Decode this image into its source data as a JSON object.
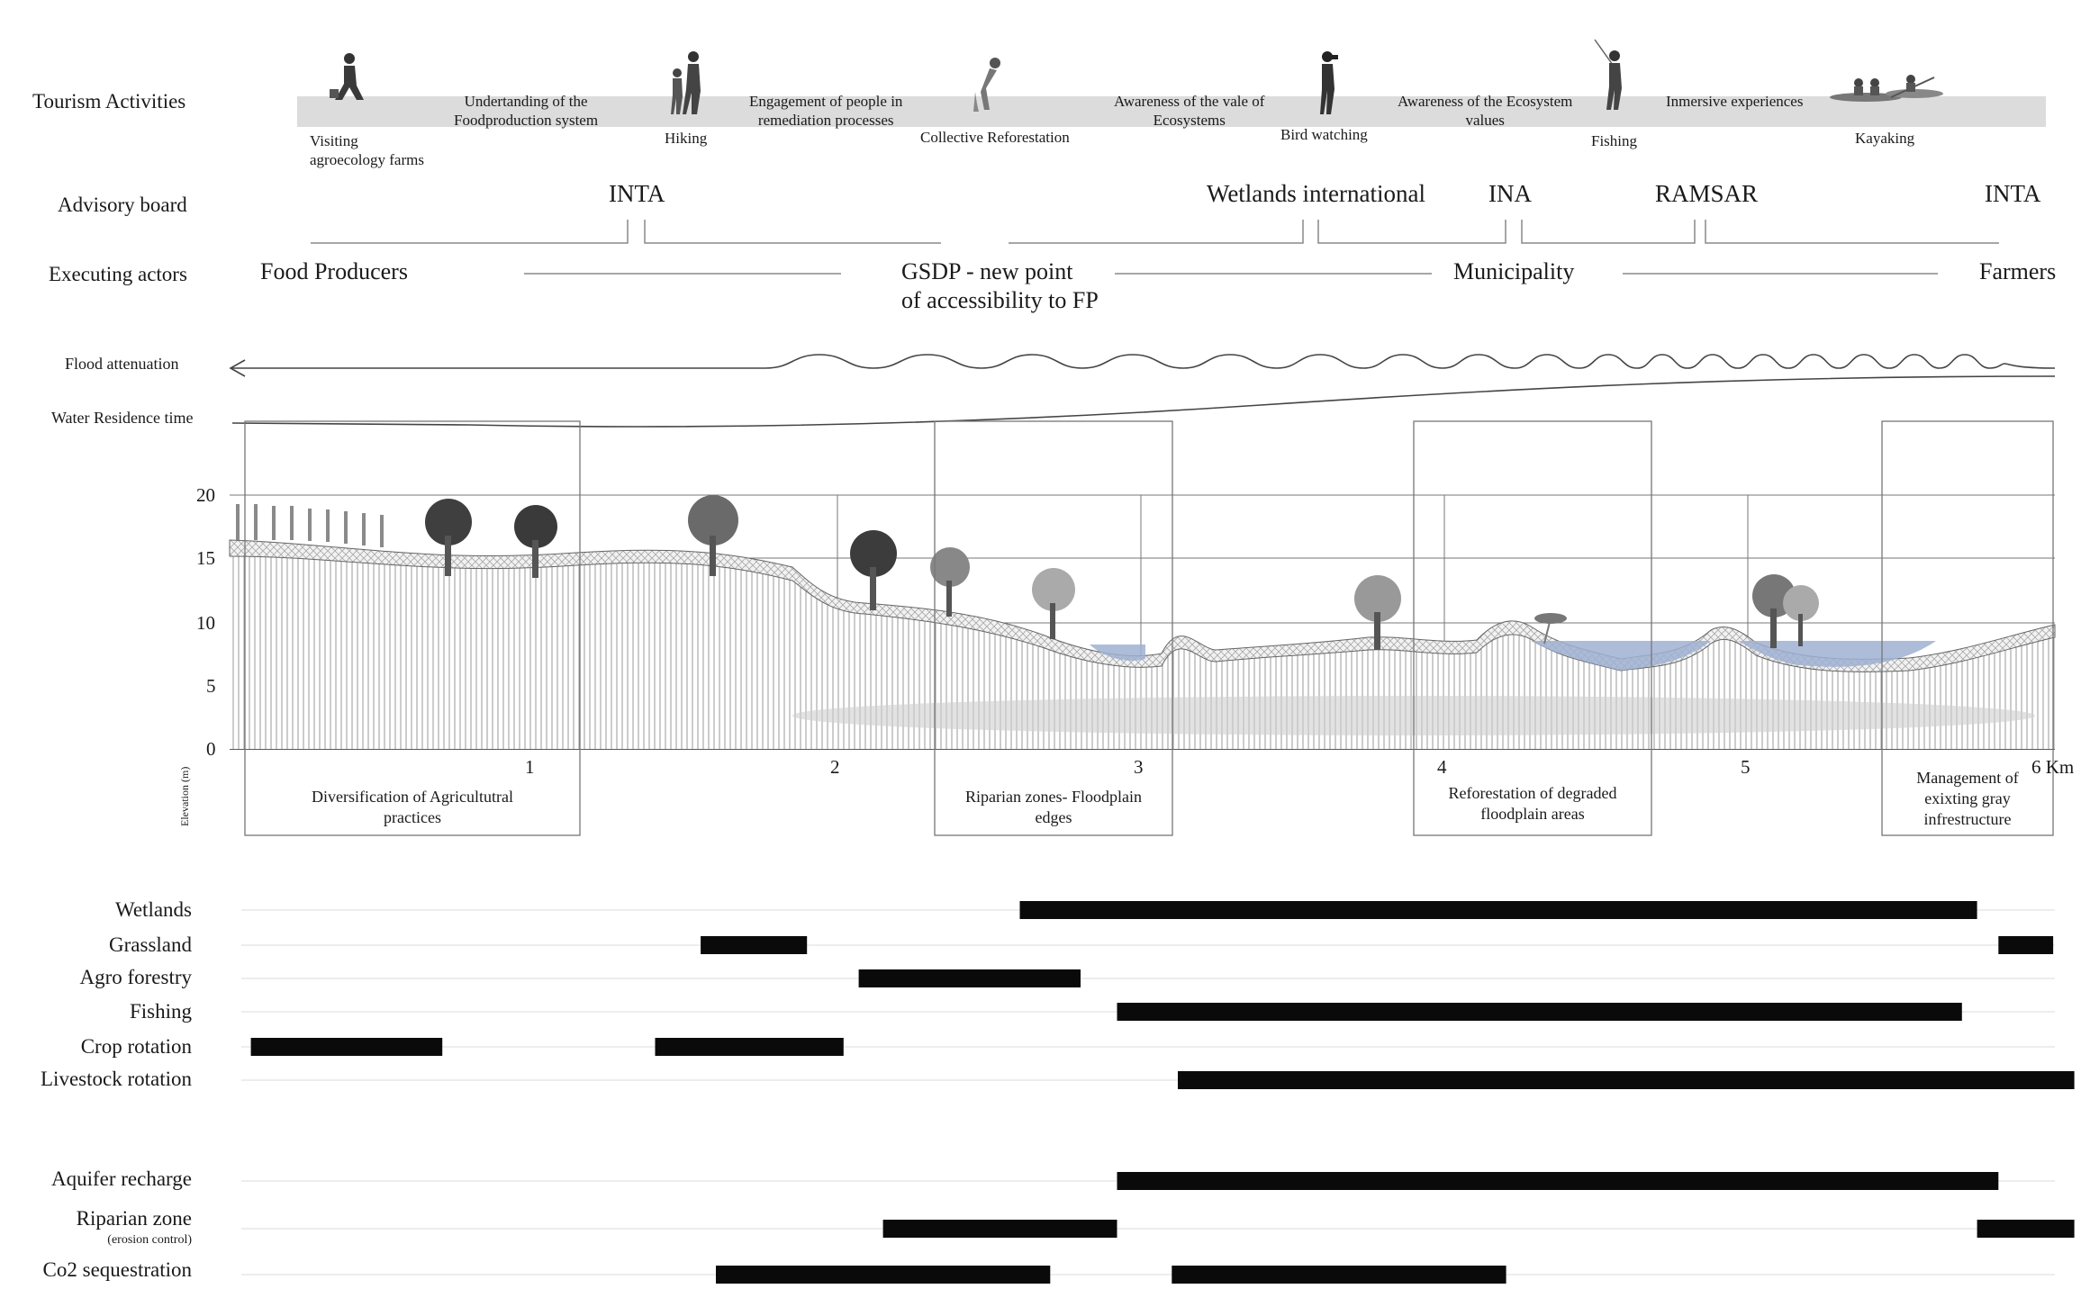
{
  "row_labels": {
    "tourism": "Tourism Activities",
    "advisory": "Advisory board",
    "executing": "Executing actors",
    "flood": "Flood attenuation",
    "residence": "Water Residence time",
    "elevation_unit": "Elevation (m)"
  },
  "activities": [
    {
      "label": "Visiting\nagroecology farms",
      "icon": "farmer-figure-icon"
    },
    {
      "label": "Undertanding of the\nFoodproduction system",
      "icon": ""
    },
    {
      "label": "Hiking",
      "icon": "hikers-figure-icon"
    },
    {
      "label": "Engagement of people in\nremediation processes",
      "icon": ""
    },
    {
      "label": "Collective Reforestation",
      "icon": "planting-figure-icon"
    },
    {
      "label": "Awareness of the vale of\nEcosystems",
      "icon": ""
    },
    {
      "label": "Bird watching",
      "icon": "birdwatcher-figure-icon"
    },
    {
      "label": "Awareness of the Ecosystem\nvalues",
      "icon": ""
    },
    {
      "label": "Fishing",
      "icon": "fisher-figure-icon"
    },
    {
      "label": "Inmersive experiences",
      "icon": ""
    },
    {
      "label": "Kayaking",
      "icon": "kayak-figure-icon"
    }
  ],
  "advisory_board": [
    "INTA",
    "Wetlands international",
    "INA",
    "RAMSAR",
    "INTA"
  ],
  "executing_actors": [
    "Food Producers",
    "GSDP - new point\nof accessibility to FP",
    "Municipality",
    "Farmers"
  ],
  "elevation_ticks": [
    "20",
    "15",
    "10",
    "5",
    "0"
  ],
  "distance_ticks": [
    "1",
    "2",
    "3",
    "4",
    "5",
    "6 Km"
  ],
  "zones": [
    "Diversification of Agricultutral\npractices",
    "Riparian zones- Floodplain\nedges",
    "Reforestation of degraded\nfloodplain areas",
    "Management of\nexixting gray\ninfrestructure"
  ],
  "chart_data": {
    "type": "bar",
    "title": "",
    "xlabel": "",
    "xlim": [
      0,
      6
    ],
    "xunit": "Km",
    "series": [
      {
        "name": "Wetlands",
        "intervals": [
          [
            2.6,
            5.75
          ]
        ]
      },
      {
        "name": "Grassland",
        "intervals": [
          [
            1.55,
            1.9
          ],
          [
            5.82,
            6.0
          ]
        ]
      },
      {
        "name": "Agro forestry",
        "intervals": [
          [
            2.07,
            2.8
          ]
        ]
      },
      {
        "name": "Fishing",
        "intervals": [
          [
            2.92,
            5.7
          ]
        ]
      },
      {
        "name": "Crop rotation",
        "intervals": [
          [
            0.07,
            0.7
          ],
          [
            1.4,
            2.02
          ]
        ]
      },
      {
        "name": "Livestock rotation",
        "intervals": [
          [
            3.12,
            6.07
          ]
        ]
      },
      {
        "name": "Aquifer recharge",
        "intervals": [
          [
            2.92,
            5.82
          ]
        ]
      },
      {
        "name": "Riparian zone",
        "sublabel": "(erosion control)",
        "intervals": [
          [
            2.15,
            2.92
          ],
          [
            5.75,
            6.07
          ]
        ]
      },
      {
        "name": "Co2 sequestration",
        "intervals": [
          [
            1.6,
            2.7
          ],
          [
            3.1,
            4.2
          ]
        ]
      }
    ]
  },
  "colors": {
    "band": "#dcdcdc",
    "water": "#9fb0d1",
    "bar": "#0a0a0a",
    "line": "#555555"
  }
}
